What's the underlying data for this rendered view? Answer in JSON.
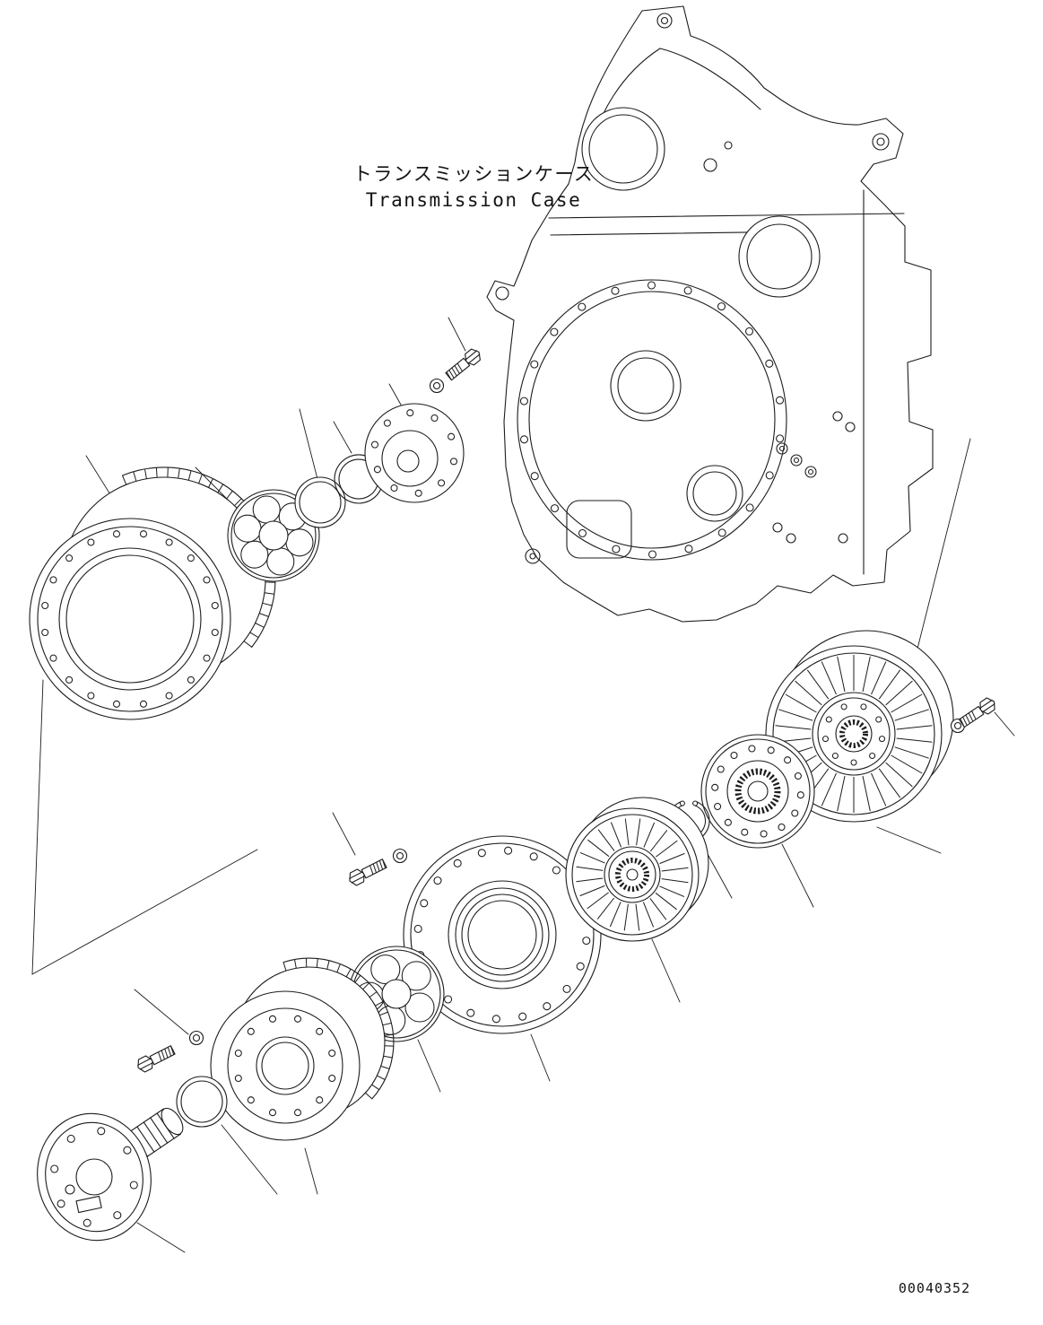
{
  "diagram": {
    "label_jp": "トランスミッションケース",
    "label_en": "Transmission Case",
    "part_number": "00040352",
    "ink_color": "#1c1c1c",
    "background_color": "#ffffff"
  }
}
